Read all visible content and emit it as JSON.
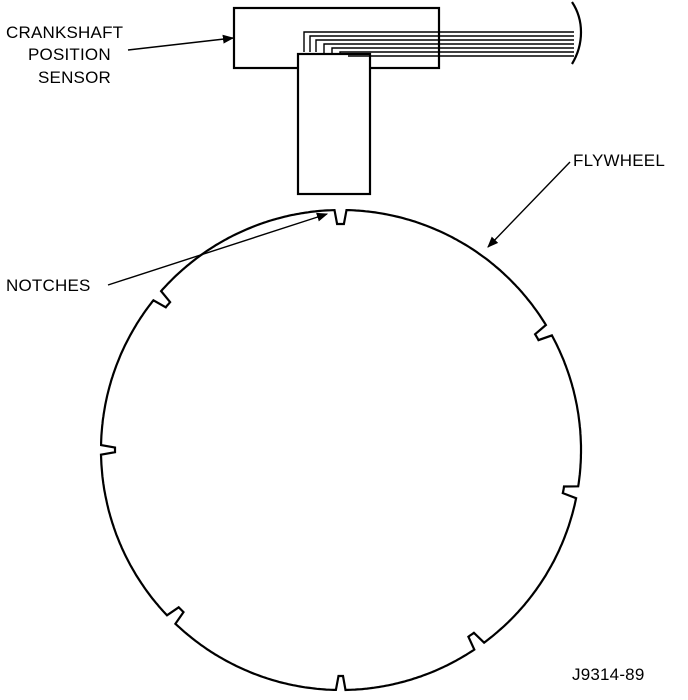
{
  "labels": {
    "sensor_line1": "CRANKSHAFT",
    "sensor_line2": "POSITION",
    "sensor_line3": "SENSOR",
    "flywheel": "FLYWHEEL",
    "notches": "NOTCHES",
    "figure_id": "J9314-89"
  },
  "colors": {
    "ink": "#000000",
    "paper": "#ffffff"
  }
}
